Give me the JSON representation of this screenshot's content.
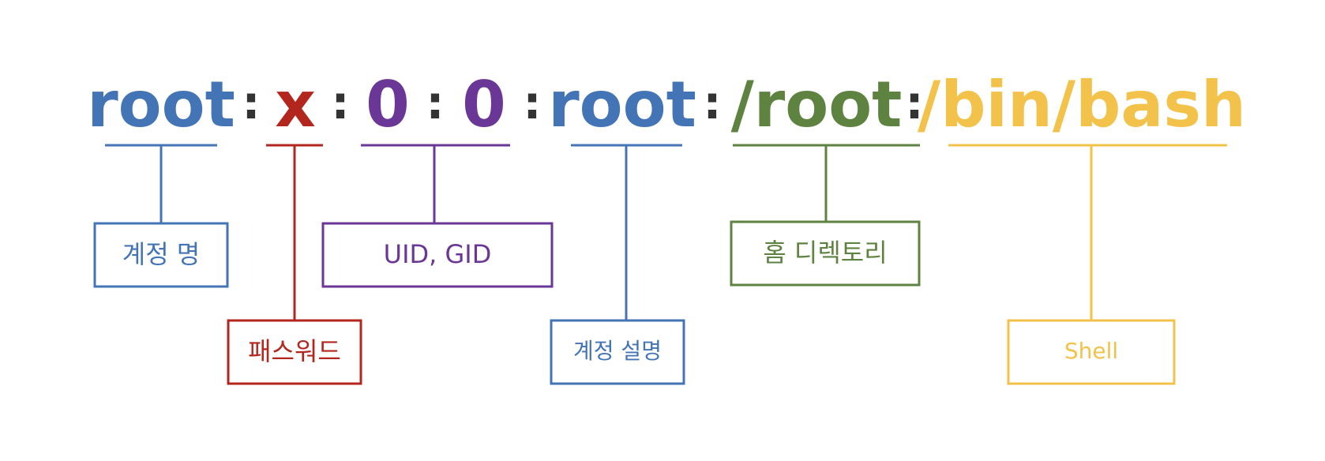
{
  "colors": {
    "blue": "#4374b5",
    "red": "#b3261e",
    "purple": "#6a3797",
    "green": "#5e8340",
    "yellow": "#f3c24a",
    "separator": "#333333"
  },
  "passwd_line": {
    "tokens": [
      {
        "text": "root",
        "color": "#4374b5"
      },
      {
        "text": "x",
        "color": "#b3261e"
      },
      {
        "text": "0",
        "color": "#6a3797"
      },
      {
        "text": "0",
        "color": "#6a3797"
      },
      {
        "text": "root",
        "color": "#4374b5"
      },
      {
        "text": "/root",
        "color": "#5e8340"
      },
      {
        "text": "/bin/bash",
        "color": "#f3c24a"
      }
    ],
    "separator": ":"
  },
  "fields": [
    {
      "label": "계정 명",
      "color": "#4374b5"
    },
    {
      "label": "패스워드",
      "color": "#b3261e"
    },
    {
      "label": "UID, GID",
      "color": "#6a3797"
    },
    {
      "label": "계정 설명",
      "color": "#4374b5"
    },
    {
      "label": "홈 디렉토리",
      "color": "#5e8340"
    },
    {
      "label": "Shell",
      "color": "#f3c24a"
    }
  ]
}
